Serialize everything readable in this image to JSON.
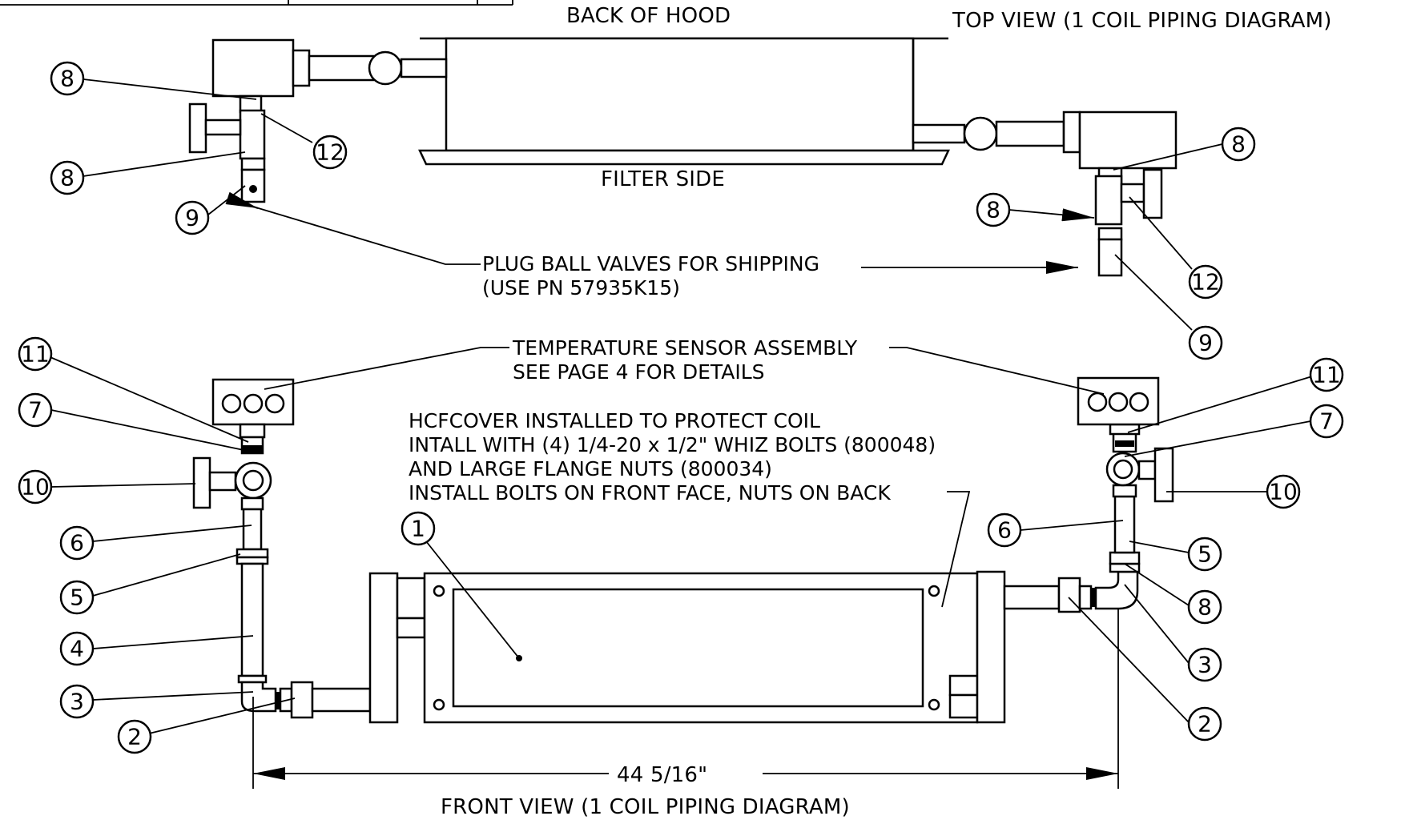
{
  "labels": {
    "back_of_hood": "BACK OF HOOD",
    "filter_side": "FILTER SIDE",
    "top_view": "TOP VIEW (1 COIL PIPING DIAGRAM)",
    "front_view": "FRONT VIEW (1 COIL PIPING DIAGRAM)",
    "dimension": "44 5/16\""
  },
  "notes": {
    "plug_line1": "PLUG BALL VALVES FOR SHIPPING",
    "plug_line2": "(USE PN 57935K15)",
    "sensor_line1": "TEMPERATURE SENSOR ASSEMBLY",
    "sensor_line2": "SEE PAGE 4 FOR DETAILS",
    "cover_line1": "HCFCOVER INSTALLED TO PROTECT COIL",
    "cover_line2": "INTALL WITH (4) 1/4-20 x 1/2\" WHIZ BOLTS (800048)",
    "cover_line3": "AND LARGE FLANGE NUTS (800034)",
    "cover_line4": "INSTALL BOLTS ON FRONT FACE, NUTS ON BACK"
  },
  "balloons": {
    "top_left_8a": "8",
    "top_left_12": "12",
    "top_left_8b": "8",
    "top_left_9": "9",
    "top_right_8a": "8",
    "top_right_8b": "8",
    "top_right_12": "12",
    "top_right_9": "9",
    "front_left_11": "11",
    "front_left_7": "7",
    "front_left_10": "10",
    "front_left_6": "6",
    "front_left_5": "5",
    "front_left_4": "4",
    "front_left_3": "3",
    "front_left_2": "2",
    "front_center_1": "1",
    "front_right_11": "11",
    "front_right_7": "7",
    "front_right_10": "10",
    "front_right_6": "6",
    "front_right_5": "5",
    "front_right_8": "8",
    "front_right_3": "3",
    "front_right_2": "2"
  }
}
